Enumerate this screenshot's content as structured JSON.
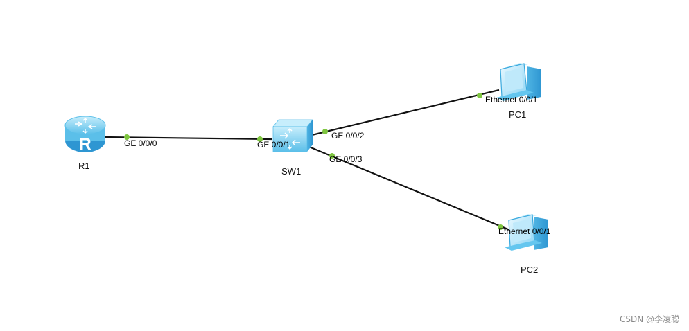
{
  "colors": {
    "link": "#111111",
    "port_dot": "#7ec53f",
    "device_light": "#bfe9fb",
    "device_mid": "#64c6ef",
    "device_dark": "#2e9bd6"
  },
  "devices": {
    "r1": {
      "label": "R1",
      "icon": "router-icon"
    },
    "sw1": {
      "label": "SW1",
      "icon": "switch-icon"
    },
    "pc1": {
      "label": "PC1",
      "icon": "pc-icon"
    },
    "pc2": {
      "label": "PC2",
      "icon": "pc-icon"
    }
  },
  "links": [
    {
      "from": "R1",
      "to": "SW1",
      "from_port": "GE 0/0/0",
      "to_port": "GE 0/0/1"
    },
    {
      "from": "SW1",
      "to": "PC1",
      "from_port": "GE 0/0/2",
      "to_port": "Ethernet 0/0/1"
    },
    {
      "from": "SW1",
      "to": "PC2",
      "from_port": "GE 0/0/3",
      "to_port": "Ethernet 0/0/1"
    }
  ],
  "watermark": "CSDN @李凌聪"
}
